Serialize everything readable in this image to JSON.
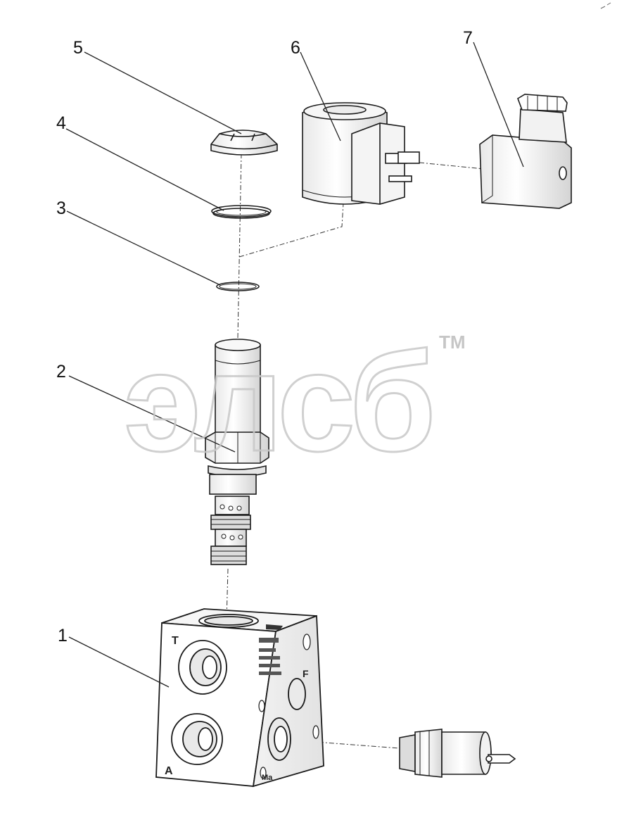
{
  "diagram": {
    "callouts": [
      {
        "id": "1",
        "label": "1"
      },
      {
        "id": "2",
        "label": "2"
      },
      {
        "id": "3",
        "label": "3"
      },
      {
        "id": "4",
        "label": "4"
      },
      {
        "id": "5",
        "label": "5"
      },
      {
        "id": "6",
        "label": "6"
      },
      {
        "id": "7",
        "label": "7"
      }
    ],
    "watermark": {
      "text": "элсб",
      "trademark": "TM"
    },
    "block_port_labels": {
      "t": "T",
      "a": "A",
      "f": "F",
      "m": "Ma"
    },
    "colors": {
      "line": "#1a1a1a",
      "part_fill": "#ffffff",
      "shadow": "#d9d9d9",
      "watermark": "#cfcfcf"
    }
  }
}
